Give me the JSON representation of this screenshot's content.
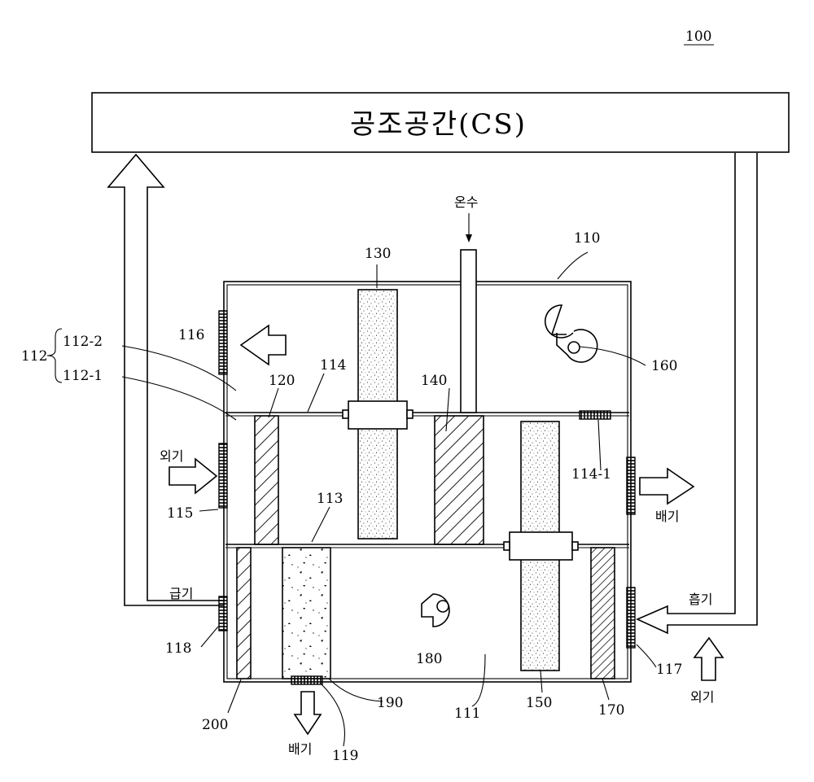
{
  "figure_number": "100",
  "space_title": "공조공간(CS)",
  "labels": {
    "hot_water": "온수",
    "outside_air_left": "외기",
    "outside_air_right": "외기",
    "exhaust_mid": "배기",
    "exhaust_bottom": "배기",
    "supply": "급기",
    "intake": "흡기"
  },
  "refs": {
    "r110": "110",
    "r111": "111",
    "r112": "112",
    "r112_1": "112-1",
    "r112_2": "112-2",
    "r113": "113",
    "r114": "114",
    "r114_1": "114-1",
    "r115": "115",
    "r116": "116",
    "r117": "117",
    "r118": "118",
    "r119": "119",
    "r120": "120",
    "r130": "130",
    "r140": "140",
    "r150": "150",
    "r160": "160",
    "r170": "170",
    "r180": "180",
    "r190": "190",
    "r200": "200"
  }
}
